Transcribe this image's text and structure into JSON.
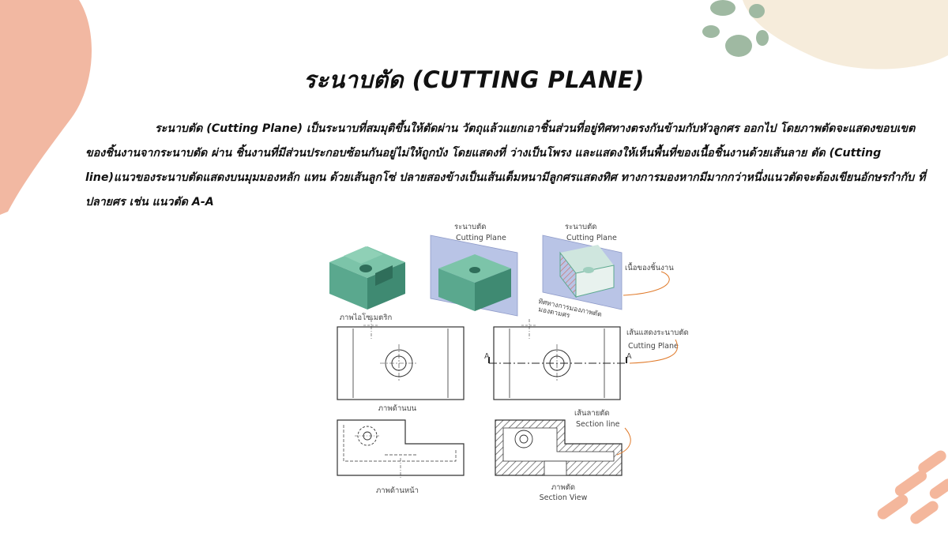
{
  "title": "ระนาบตัด (CUTTING PLANE)",
  "body_text": "ระนาบตัด (Cutting Plane) เป็นระนาบที่สมมุติขึ้นให้ตัดผ่าน วัตถุแล้วแยกเอาชิ้นส่วนที่อยู่ทิศทางตรงกันข้ามกับหัวลูกศร ออกไป โดยภาพตัดจะแสดงขอบเขตของชิ้นงานจากระนาบตัด ผ่าน ชิ้นงานที่มีส่วนประกอบซ้อนกันอยู่ไม่ให้ถูกบัง โดยแสดงที่ ว่างเป็นโพรง และแสดงให้เห็นพื้นที่ของเนื้อชิ้นงานด้วยเส้นลาย ตัด (Cutting line)แนวของระนาบตัดแสดงบนมุมมองหลัก แทน ด้วยเส้นลูกโซ่ ปลายสองข้างเป็นเส้นเต็มหนามีลูกศรแสดงทิศ ทางการมองหากมีมากกว่าหนึ่งแนวตัดจะต้องเขียนอักษรกำกับ ที่ปลายศร เช่น แนวตัด A-A",
  "figure": {
    "isometric_label": "ภาพไอโซเมตริก",
    "plane_label_th_1": "ระนาบตัด",
    "plane_label_en_1": "Cutting Plane",
    "plane_label_th_2": "ระนาบตัด",
    "plane_label_en_2": "Cutting Plane",
    "material_label": "เนื้อของชิ้นงาน",
    "view_direction_label_1": "ทิศทางการมองภาพตัด",
    "view_direction_label_2": "มองตามศร",
    "plane_line_label_th": "เส้นแสดงระนาบตัด",
    "plane_line_label_en": "Cutting Plane",
    "top_view_label": "ภาพด้านบน",
    "section_line_label_th": "เส้นลายตัด",
    "section_line_label_en": "Section line",
    "front_view_label": "ภาพด้านหน้า",
    "section_view_label_th": "ภาพตัด",
    "section_view_label_en": "Section View",
    "letter_a_left": "A",
    "letter_a_right": "A"
  },
  "colors": {
    "block_face": "#5aa88e",
    "block_dark": "#3f8a72",
    "plane_fill": "#b9c4e6",
    "blob_pink": "#f2b8a2",
    "blob_cream": "#f6ecdb",
    "dot_green": "#9fb9a2"
  }
}
